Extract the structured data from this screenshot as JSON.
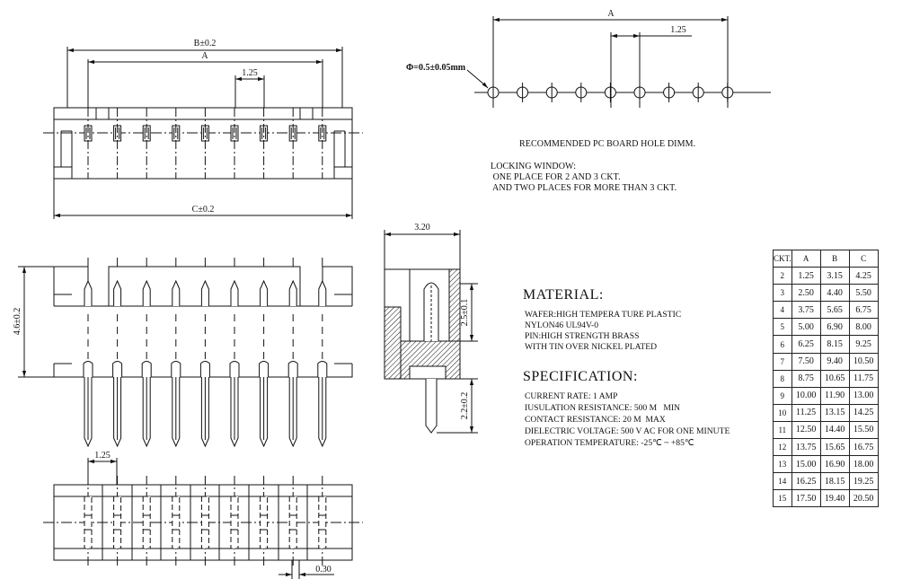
{
  "dims": {
    "b": "B±0.2",
    "a": "A",
    "pitch": "1.25",
    "c": "C±0.2",
    "width": "3.20",
    "height": "4.6±0.2",
    "pin_top": "2.5±0.1",
    "pin_tail": "2.2±0.2",
    "pin_width": "0.30",
    "hole": "Φ=0.5±0.05mm"
  },
  "notes": {
    "hole_caption": "RECOMMENDED PC BOARD HOLE DIMM.",
    "locking_1": "LOCKING WINDOW:",
    "locking_2": " ONE PLACE FOR 2 AND 3 CKT.",
    "locking_3": " AND TWO PLACES FOR MORE THAN 3 CKT."
  },
  "material": {
    "heading": "MATERIAL:",
    "lines": [
      "WAFER:HIGH TEMPERA TURE PLASTIC",
      "NYLON46 UL94V-0",
      "PIN:HIGH STRENGTH BRASS",
      "WITH TIN OVER NICKEL PLATED"
    ]
  },
  "specification": {
    "heading": "SPECIFICATION:",
    "lines": [
      "CURRENT RATE: 1 AMP",
      "IUSULATION RESISTANCE: 500 M   MIN",
      "CONTACT RESISTANCE: 20 M  MAX",
      "DIELECTRIC VOLTAGE: 500 V AC FOR ONE MINUTE",
      "OPERATION TEMPERATURE: -25℃ ~ +85℃"
    ]
  },
  "table": {
    "headers": [
      "CKT.",
      "A",
      "B",
      "C"
    ],
    "rows": [
      [
        "2",
        "1.25",
        "3.15",
        "4.25"
      ],
      [
        "3",
        "2.50",
        "4.40",
        "5.50"
      ],
      [
        "4",
        "3.75",
        "5.65",
        "6.75"
      ],
      [
        "5",
        "5.00",
        "6.90",
        "8.00"
      ],
      [
        "6",
        "6.25",
        "8.15",
        "9.25"
      ],
      [
        "7",
        "7.50",
        "9.40",
        "10.50"
      ],
      [
        "8",
        "8.75",
        "10.65",
        "11.75"
      ],
      [
        "9",
        "10.00",
        "11.90",
        "13.00"
      ],
      [
        "10",
        "11.25",
        "13.15",
        "14.25"
      ],
      [
        "11",
        "12.50",
        "14.40",
        "15.50"
      ],
      [
        "12",
        "13.75",
        "15.65",
        "16.75"
      ],
      [
        "13",
        "15.00",
        "16.90",
        "18.00"
      ],
      [
        "14",
        "16.25",
        "18.15",
        "19.25"
      ],
      [
        "15",
        "17.50",
        "19.40",
        "20.50"
      ]
    ]
  }
}
